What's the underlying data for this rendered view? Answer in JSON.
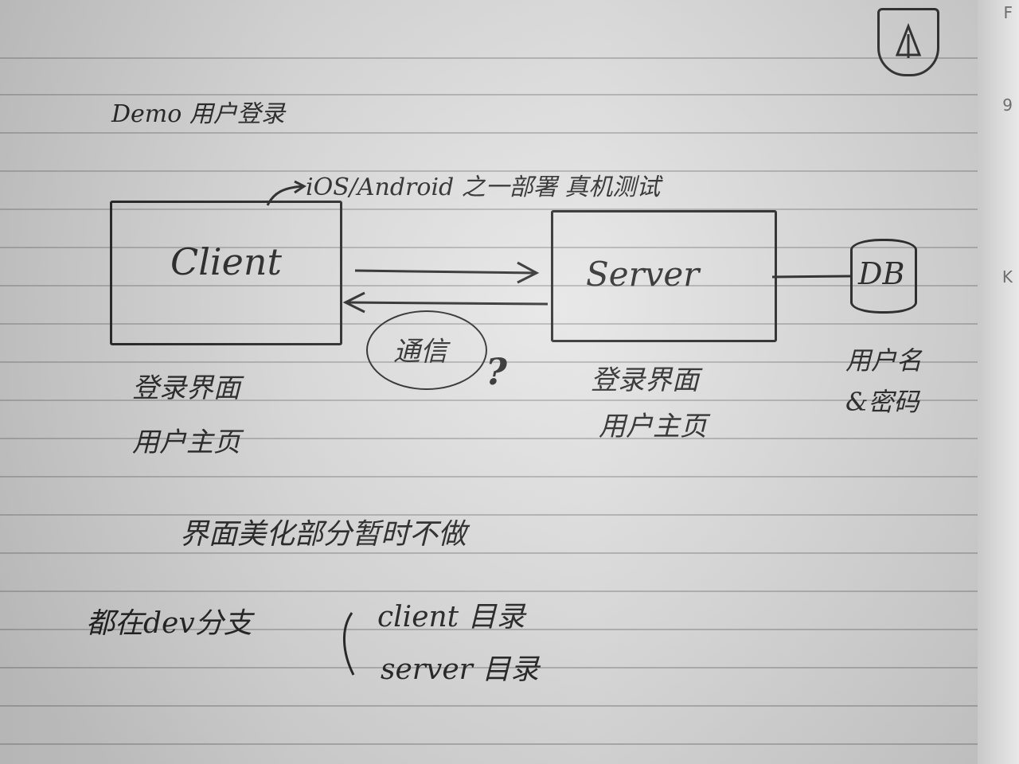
{
  "heading": "Demo 用户登录",
  "platform_note": "iOS/Android 之一部署 真机测试",
  "client": {
    "label": "Client",
    "lines": [
      "登录界面",
      "用户主页"
    ]
  },
  "server": {
    "label": "Server",
    "lines": [
      "登录界面",
      "用户主页"
    ]
  },
  "db": {
    "label": "DB",
    "lines": [
      "用户名",
      "&密码"
    ]
  },
  "communication": {
    "label": "通信",
    "question": "?"
  },
  "ui_note": "界面美化部分暂时不做",
  "branch_note": "都在dev分支",
  "directories": [
    "client 目录",
    "server 目录"
  ],
  "keyboard_keys": [
    "F",
    "9",
    "K"
  ],
  "colors": {
    "ink": "#1d1d1d",
    "paper": "#e0e0e0",
    "rule": "#8a8a8a"
  }
}
